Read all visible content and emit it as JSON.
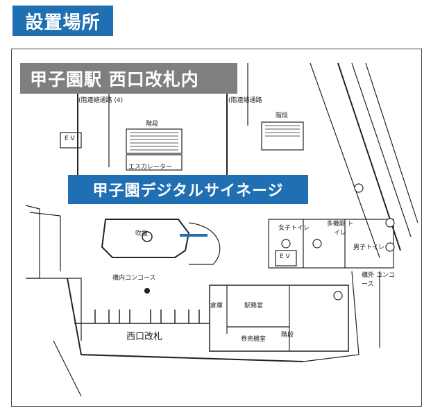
{
  "header": {
    "title": "設置場所"
  },
  "map": {
    "station_name": "甲子園駅 西口改札内",
    "signage_name": "甲子園デジタルサイネージ",
    "labels": {
      "passage_left": "(階連絡通路 (4)",
      "passage_right": "(階連絡通路",
      "stairs_top_left": "階段",
      "stairs_top_right": "階段",
      "ev_left": "E V",
      "escalator": "エスカレーター",
      "atrium": "吹抜",
      "womens_toilet": "女子トイレ",
      "multi_toilet": "多機能 トイレ",
      "mens_toilet": "男子トイレ",
      "ev_right": "E V",
      "concourse_inside": "構内コンコース",
      "concourse_outside": "構外 コンコース",
      "storage": "倉庫",
      "station_office": "駅務室",
      "ticket_office": "券売機室",
      "stairs_bottom": "階段",
      "west_gate": "西口改札"
    }
  },
  "colors": {
    "brand_blue": "#1f6fb2",
    "banner_gray": "#7f7f7f"
  }
}
